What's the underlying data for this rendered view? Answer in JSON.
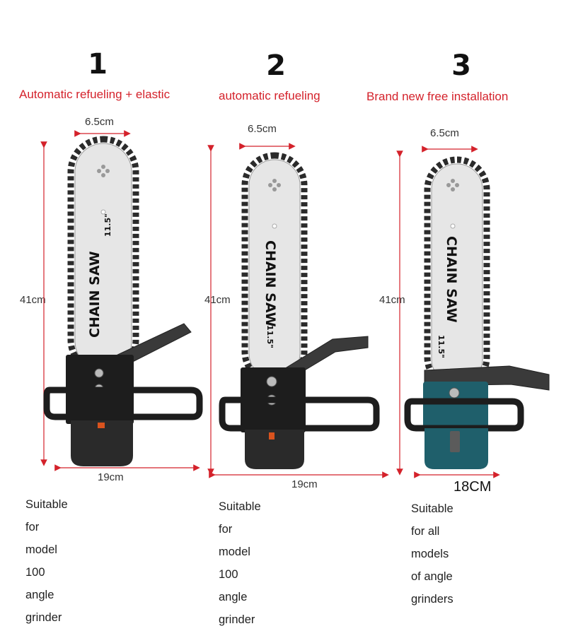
{
  "options": [
    {
      "number": "1",
      "feature": "Automatic refueling + elastic",
      "width_top": "6.5cm",
      "height": "41cm",
      "width_bottom": "19cm",
      "bar_label": "CHAIN SAW",
      "bar_size": "11.5\"",
      "caption_lines": [
        "Suitable for model 100 angle",
        "grinder"
      ]
    },
    {
      "number": "2",
      "feature": "automatic refueling",
      "width_top": "6.5cm",
      "height": "41cm",
      "width_bottom": "19cm",
      "bar_label": "CHAIN SAW",
      "bar_size": "11.5\"",
      "caption_lines": [
        "Suitable for model 100 angle",
        "grinder"
      ]
    },
    {
      "number": "3",
      "feature": "Brand new free installation",
      "width_top": "6.5cm",
      "height": "41cm",
      "width_bottom": "18CM",
      "bar_label": "CHAIN SAW",
      "bar_size": "11.5\"",
      "caption_lines": [
        "Suitable for all models",
        "of angle grinders"
      ]
    }
  ],
  "colors": {
    "feature_text": "#d4222b",
    "dimension_arrow": "#d4222b",
    "bar_steel": "#e6e6e6",
    "chain": "#2b2b2b",
    "bracket": "#1d1d1d",
    "grinder_body_3": "#1f5f6b"
  }
}
